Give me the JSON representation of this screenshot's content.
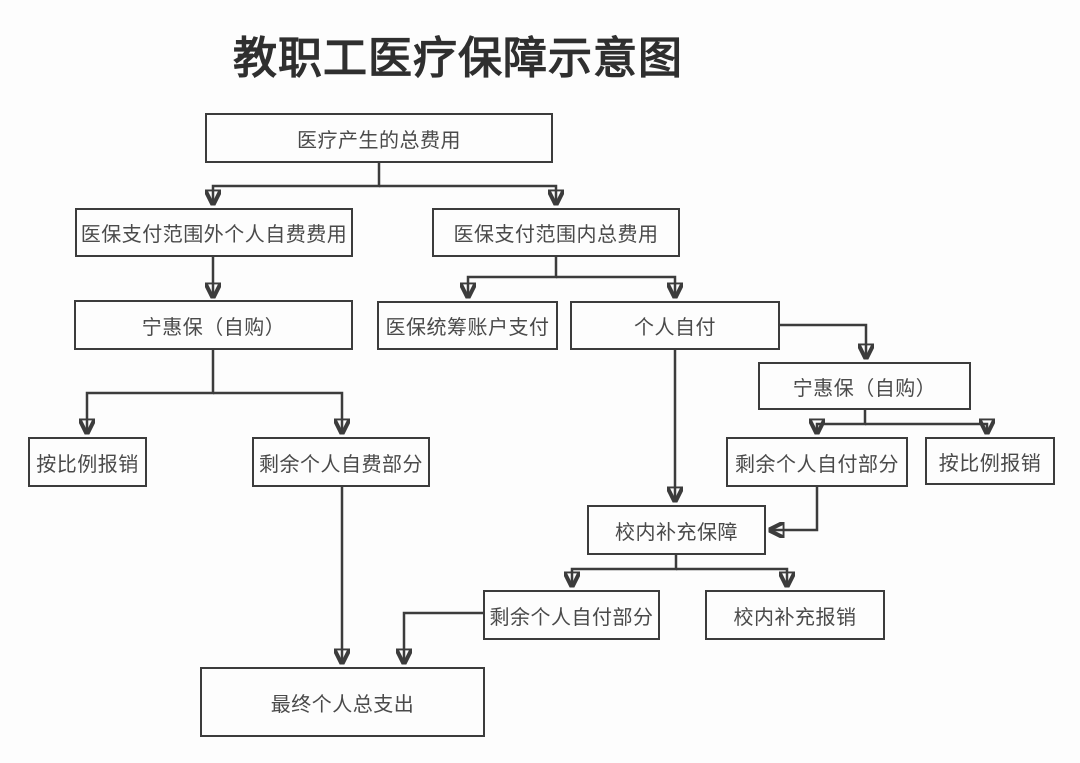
{
  "title": "教职工医疗保障示意图",
  "colors": {
    "line": "#3c3c3c",
    "node_border": "#3c3c3c",
    "node_text": "#4a4a4a",
    "title_text": "#2f2f2f",
    "background": "#fdfdfd"
  },
  "nodes": {
    "total_cost": {
      "label": "医疗产生的总费用"
    },
    "out_of_scope_self_fee": {
      "label": "医保支付范围外个人自费费用"
    },
    "in_scope_total": {
      "label": "医保支付范围内总费用"
    },
    "ninghuibao_left": {
      "label": "宁惠保（自购）"
    },
    "pooled_account_pay": {
      "label": "医保统筹账户支付"
    },
    "personal_self_pay": {
      "label": "个人自付"
    },
    "ninghuibao_right": {
      "label": "宁惠保（自购）"
    },
    "proportional_reimburse_left": {
      "label": "按比例报销"
    },
    "remaining_self_fee": {
      "label": "剩余个人自费部分"
    },
    "remaining_self_pay_right": {
      "label": "剩余个人自付部分"
    },
    "proportional_reimburse_right": {
      "label": "按比例报销"
    },
    "campus_supplement_guarantee": {
      "label": "校内补充保障"
    },
    "remaining_self_pay_bottom": {
      "label": "剩余个人自付部分"
    },
    "campus_supplement_reimburse": {
      "label": "校内补充报销"
    },
    "final_personal_total": {
      "label": "最终个人总支出"
    }
  }
}
